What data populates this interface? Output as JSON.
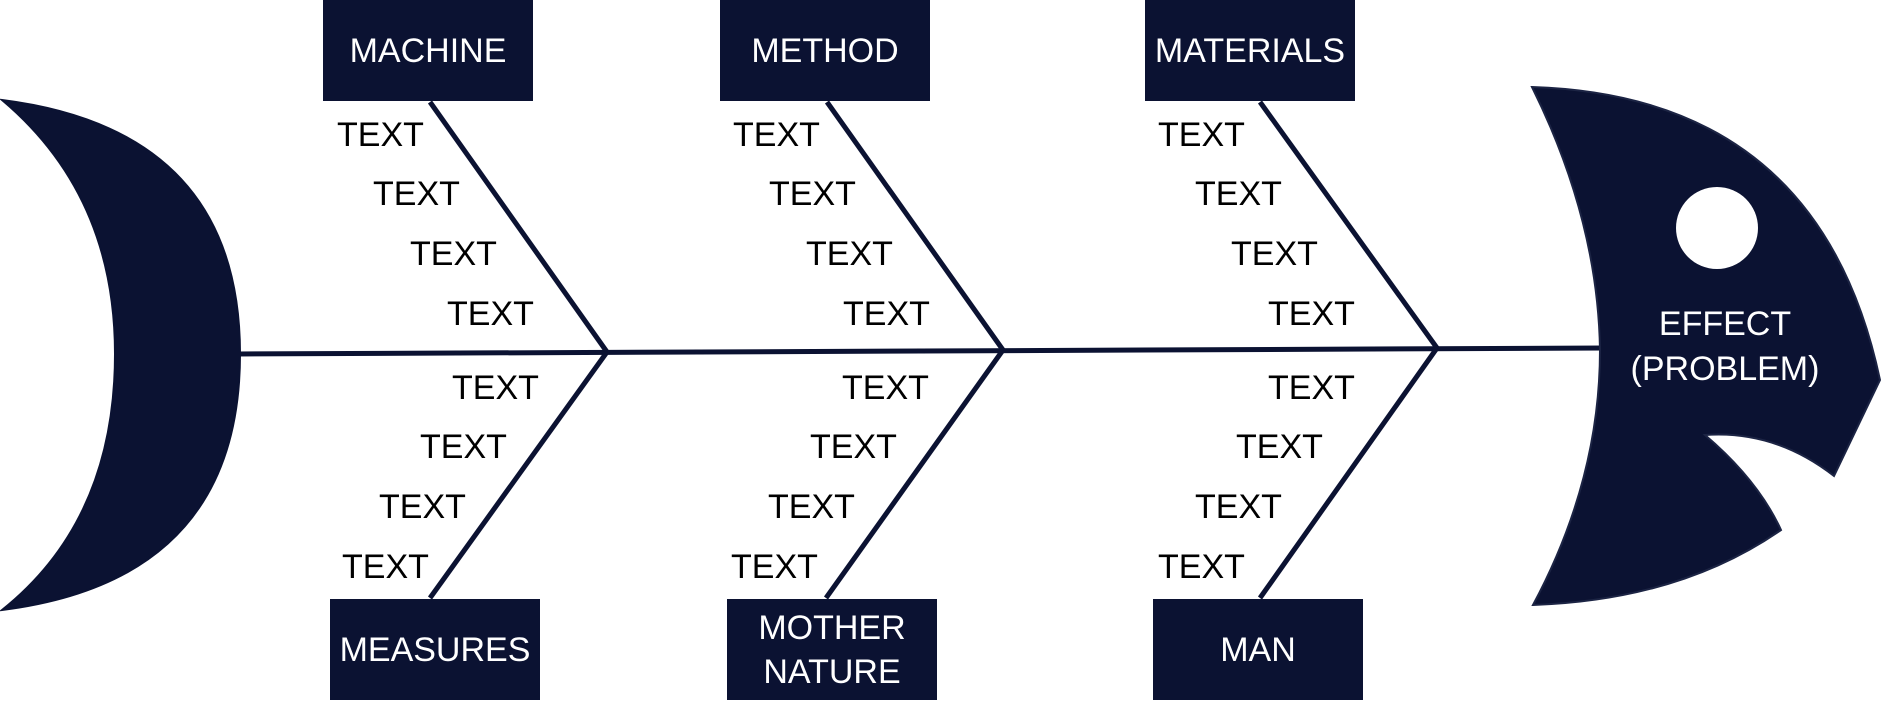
{
  "colors": {
    "navy": "#0b1232",
    "background": "#ffffff",
    "label_text": "#ffffff",
    "cause_text": "#000000"
  },
  "effect": {
    "line1": "EFFECT",
    "line2": "(PROBLEM)"
  },
  "categories": {
    "machine": {
      "label": "MACHINE",
      "causes": [
        "TEXT",
        "TEXT",
        "TEXT",
        "TEXT"
      ]
    },
    "method": {
      "label": "METHOD",
      "causes": [
        "TEXT",
        "TEXT",
        "TEXT",
        "TEXT"
      ]
    },
    "materials": {
      "label": "MATERIALS",
      "causes": [
        "TEXT",
        "TEXT",
        "TEXT",
        "TEXT"
      ]
    },
    "measures": {
      "label": "MEASURES",
      "causes": [
        "TEXT",
        "TEXT",
        "TEXT",
        "TEXT"
      ]
    },
    "mother_nature": {
      "label_line1": "MOTHER",
      "label_line2": "NATURE",
      "causes": [
        "TEXT",
        "TEXT",
        "TEXT",
        "TEXT"
      ]
    },
    "man": {
      "label": "MAN",
      "causes": [
        "TEXT",
        "TEXT",
        "TEXT",
        "TEXT"
      ]
    }
  }
}
